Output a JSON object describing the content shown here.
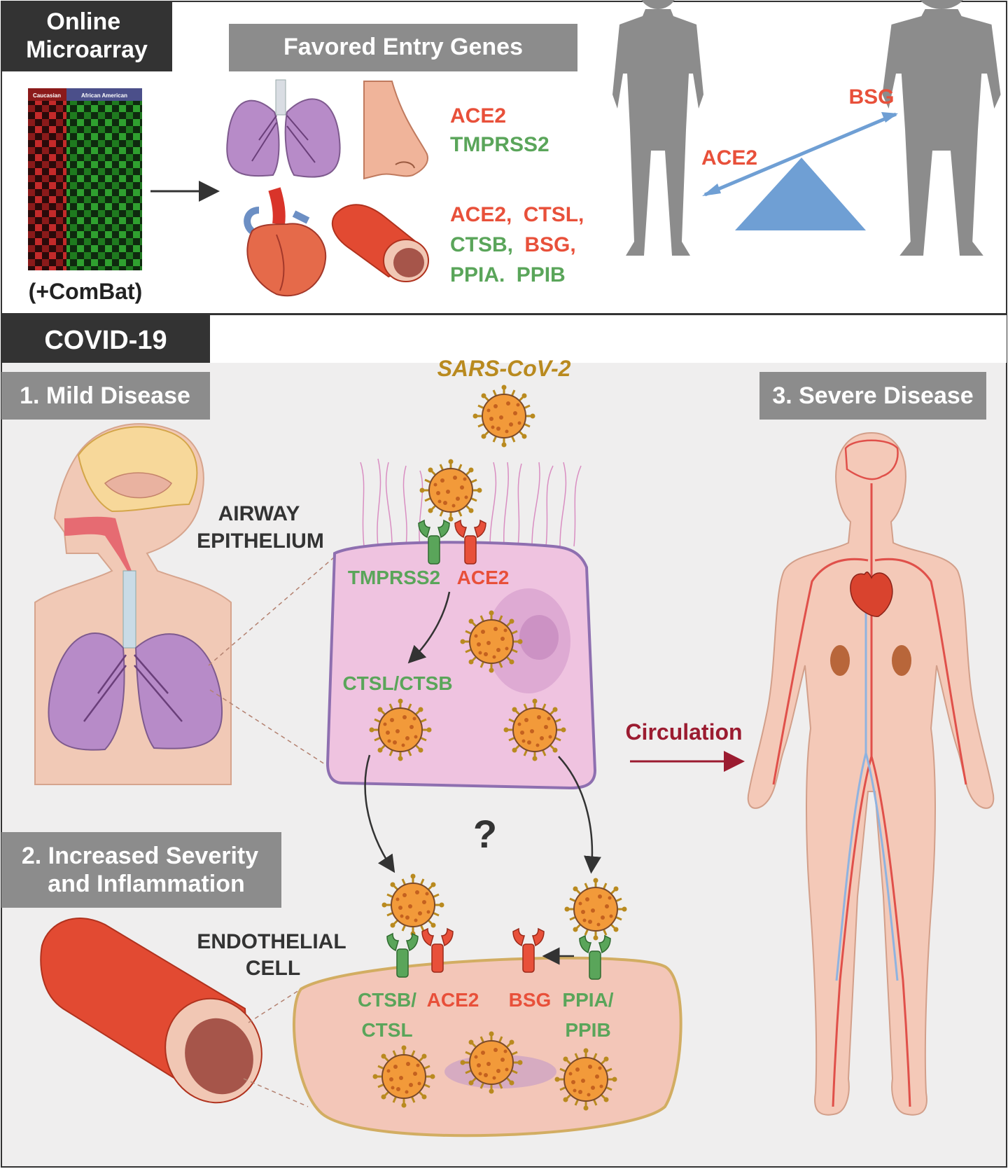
{
  "colors": {
    "red": "#e8503a",
    "green": "#5aa55a",
    "gold": "#b98a1f",
    "maroon": "#9b1b30",
    "dark_tab": "#333333",
    "gray_tab": "#8c8c8c",
    "bottom_bg": "#efeeee",
    "balance_blue": "#6f9fd4"
  },
  "top_panel": {
    "online_tab": "Online\nMicroarray",
    "heatmap_caucasian": "Caucasian",
    "heatmap_african_american": "African American",
    "combat": "(+ComBat)",
    "favored_tab": "Favored Entry Genes",
    "genes_lung_nose": {
      "ace2": "ACE2",
      "tmprss2": "TMPRSS2"
    },
    "genes_heart_vessel": {
      "ace2": "ACE2,",
      "ctsl": "CTSL,",
      "ctsb": "CTSB,",
      "bsg": "BSG,",
      "ppia": "PPIA.",
      "ppib": "PPIB"
    },
    "balance_ace2": "ACE2",
    "balance_bsg": "BSG"
  },
  "bottom_panel": {
    "covid_tab": "COVID-19",
    "mild_tab": "1. Mild Disease",
    "sars_label": "SARS-CoV-2",
    "severe_tab": "3. Severe Disease",
    "airway_label_1": "AIRWAY",
    "airway_label_2": "EPITHELIUM",
    "receptor_tmprss2": "TMPRSS2",
    "receptor_ace2": "ACE2",
    "ctsl_ctsb": "CTSL/CTSB",
    "circulation": "Circulation",
    "question": "?",
    "increased_tab_1": "2. Increased Severity",
    "increased_tab_2": "and Inflammation",
    "endothelial_1": "ENDOTHELIAL",
    "endothelial_2": "CELL",
    "endo_ctsb": "CTSB/",
    "endo_ctsl": "CTSL",
    "endo_ace2": "ACE2",
    "endo_bsg": "BSG",
    "endo_ppia": "PPIA/",
    "endo_ppib": "PPIB"
  }
}
